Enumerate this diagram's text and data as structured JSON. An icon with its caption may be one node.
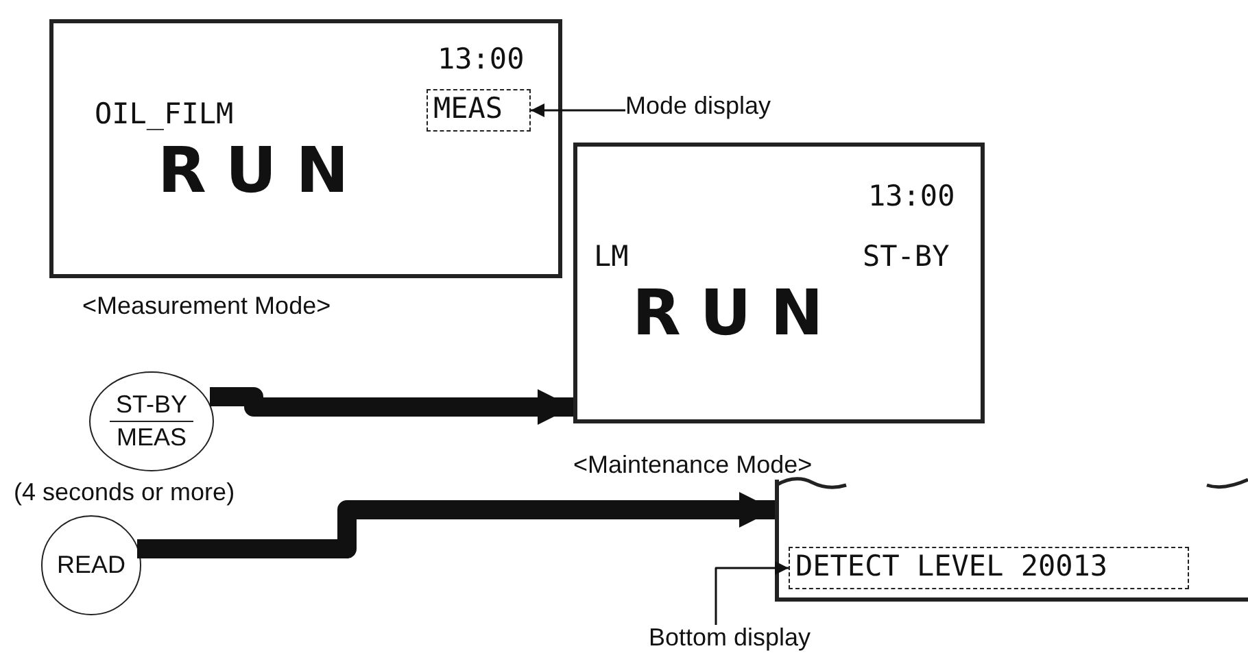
{
  "diagram": {
    "nodes": [
      {
        "text": [
          "13:00",
          "OIL_FILM",
          "RUN"
        ],
        "beside": [
          "<Measurement Mode>"
        ]
      },
      {
        "text": [
          "MEAS"
        ],
        "in": 0
      },
      {
        "text": [
          "Mode display"
        ]
      },
      {
        "text": [
          "13:00",
          "LM",
          "ST-BY",
          "RUN"
        ],
        "beside": [
          "<Maintenance Mode>"
        ]
      },
      {
        "text": [],
        "shape": "box"
      },
      {
        "text": [
          "DETECT LEVEL 20013"
        ],
        "in": 4
      },
      {
        "text": [
          "Bottom display"
        ]
      },
      {
        "text": [
          "ST-BY",
          "MEAS"
        ],
        "beside": [
          "(4 seconds or more)"
        ]
      },
      {
        "text": [
          "READ"
        ]
      }
    ],
    "edges": [
      {
        "from": 2,
        "to": 1,
        "arrow": "to"
      },
      {
        "from": 6,
        "to": 5,
        "arrow": "to"
      },
      {
        "from": 7,
        "to": 3,
        "arrow": "to",
        "style": "thick"
      },
      {
        "from": 8,
        "to": 4,
        "arrow": "to",
        "style": "thick"
      }
    ]
  }
}
